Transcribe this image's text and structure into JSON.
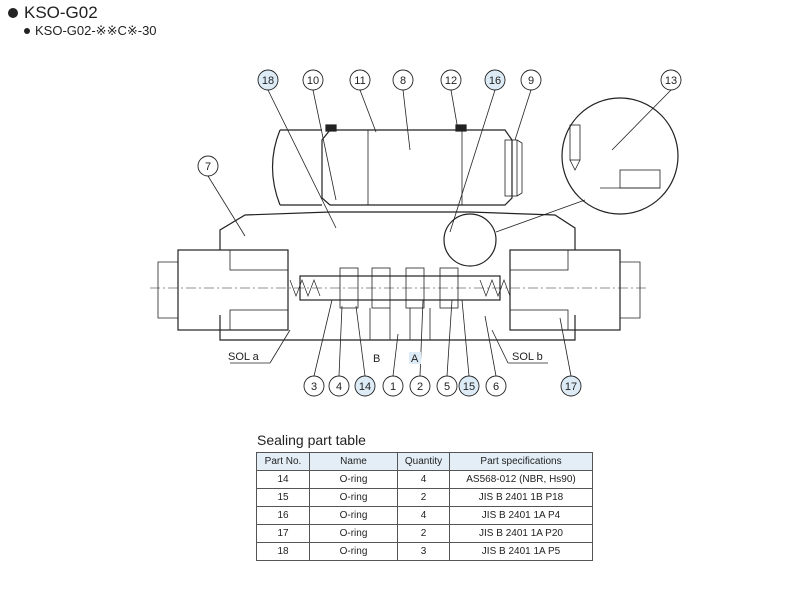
{
  "header": {
    "title": "KSO-G02",
    "subtitle": "KSO-G02-※※C※-30"
  },
  "diagram": {
    "callouts": [
      {
        "id": "c18",
        "label": "18",
        "highlight": true
      },
      {
        "id": "c10",
        "label": "10",
        "highlight": false
      },
      {
        "id": "c11",
        "label": "11",
        "highlight": false
      },
      {
        "id": "c8",
        "label": "8",
        "highlight": false
      },
      {
        "id": "c12",
        "label": "12",
        "highlight": false
      },
      {
        "id": "c16",
        "label": "16",
        "highlight": true
      },
      {
        "id": "c9",
        "label": "9",
        "highlight": false
      },
      {
        "id": "c13",
        "label": "13",
        "highlight": false
      },
      {
        "id": "c7",
        "label": "7",
        "highlight": false
      },
      {
        "id": "c3",
        "label": "3",
        "highlight": false
      },
      {
        "id": "c4",
        "label": "4",
        "highlight": false
      },
      {
        "id": "c14",
        "label": "14",
        "highlight": true
      },
      {
        "id": "c1",
        "label": "1",
        "highlight": false
      },
      {
        "id": "c2",
        "label": "2",
        "highlight": false
      },
      {
        "id": "c5",
        "label": "5",
        "highlight": false
      },
      {
        "id": "c15",
        "label": "15",
        "highlight": true
      },
      {
        "id": "c6",
        "label": "6",
        "highlight": false
      },
      {
        "id": "c17",
        "label": "17",
        "highlight": true
      }
    ],
    "labels": {
      "sol_a": "SOL a",
      "sol_b": "SOL b",
      "port_b": "B",
      "port_a": "A"
    },
    "colors": {
      "highlight": "#dcebf6",
      "line": "#222222"
    }
  },
  "table": {
    "title": "Sealing part table",
    "headers": [
      "Part No.",
      "Name",
      "Quantity",
      "Part specifications"
    ],
    "rows": [
      [
        "14",
        "O-ring",
        "4",
        "AS568-012 (NBR, Hs90)"
      ],
      [
        "15",
        "O-ring",
        "2",
        "JIS B 2401 1B P18"
      ],
      [
        "16",
        "O-ring",
        "4",
        "JIS B 2401 1A P4"
      ],
      [
        "17",
        "O-ring",
        "2",
        "JIS B 2401 1A P20"
      ],
      [
        "18",
        "O-ring",
        "3",
        "JIS B 2401 1A P5"
      ]
    ]
  }
}
